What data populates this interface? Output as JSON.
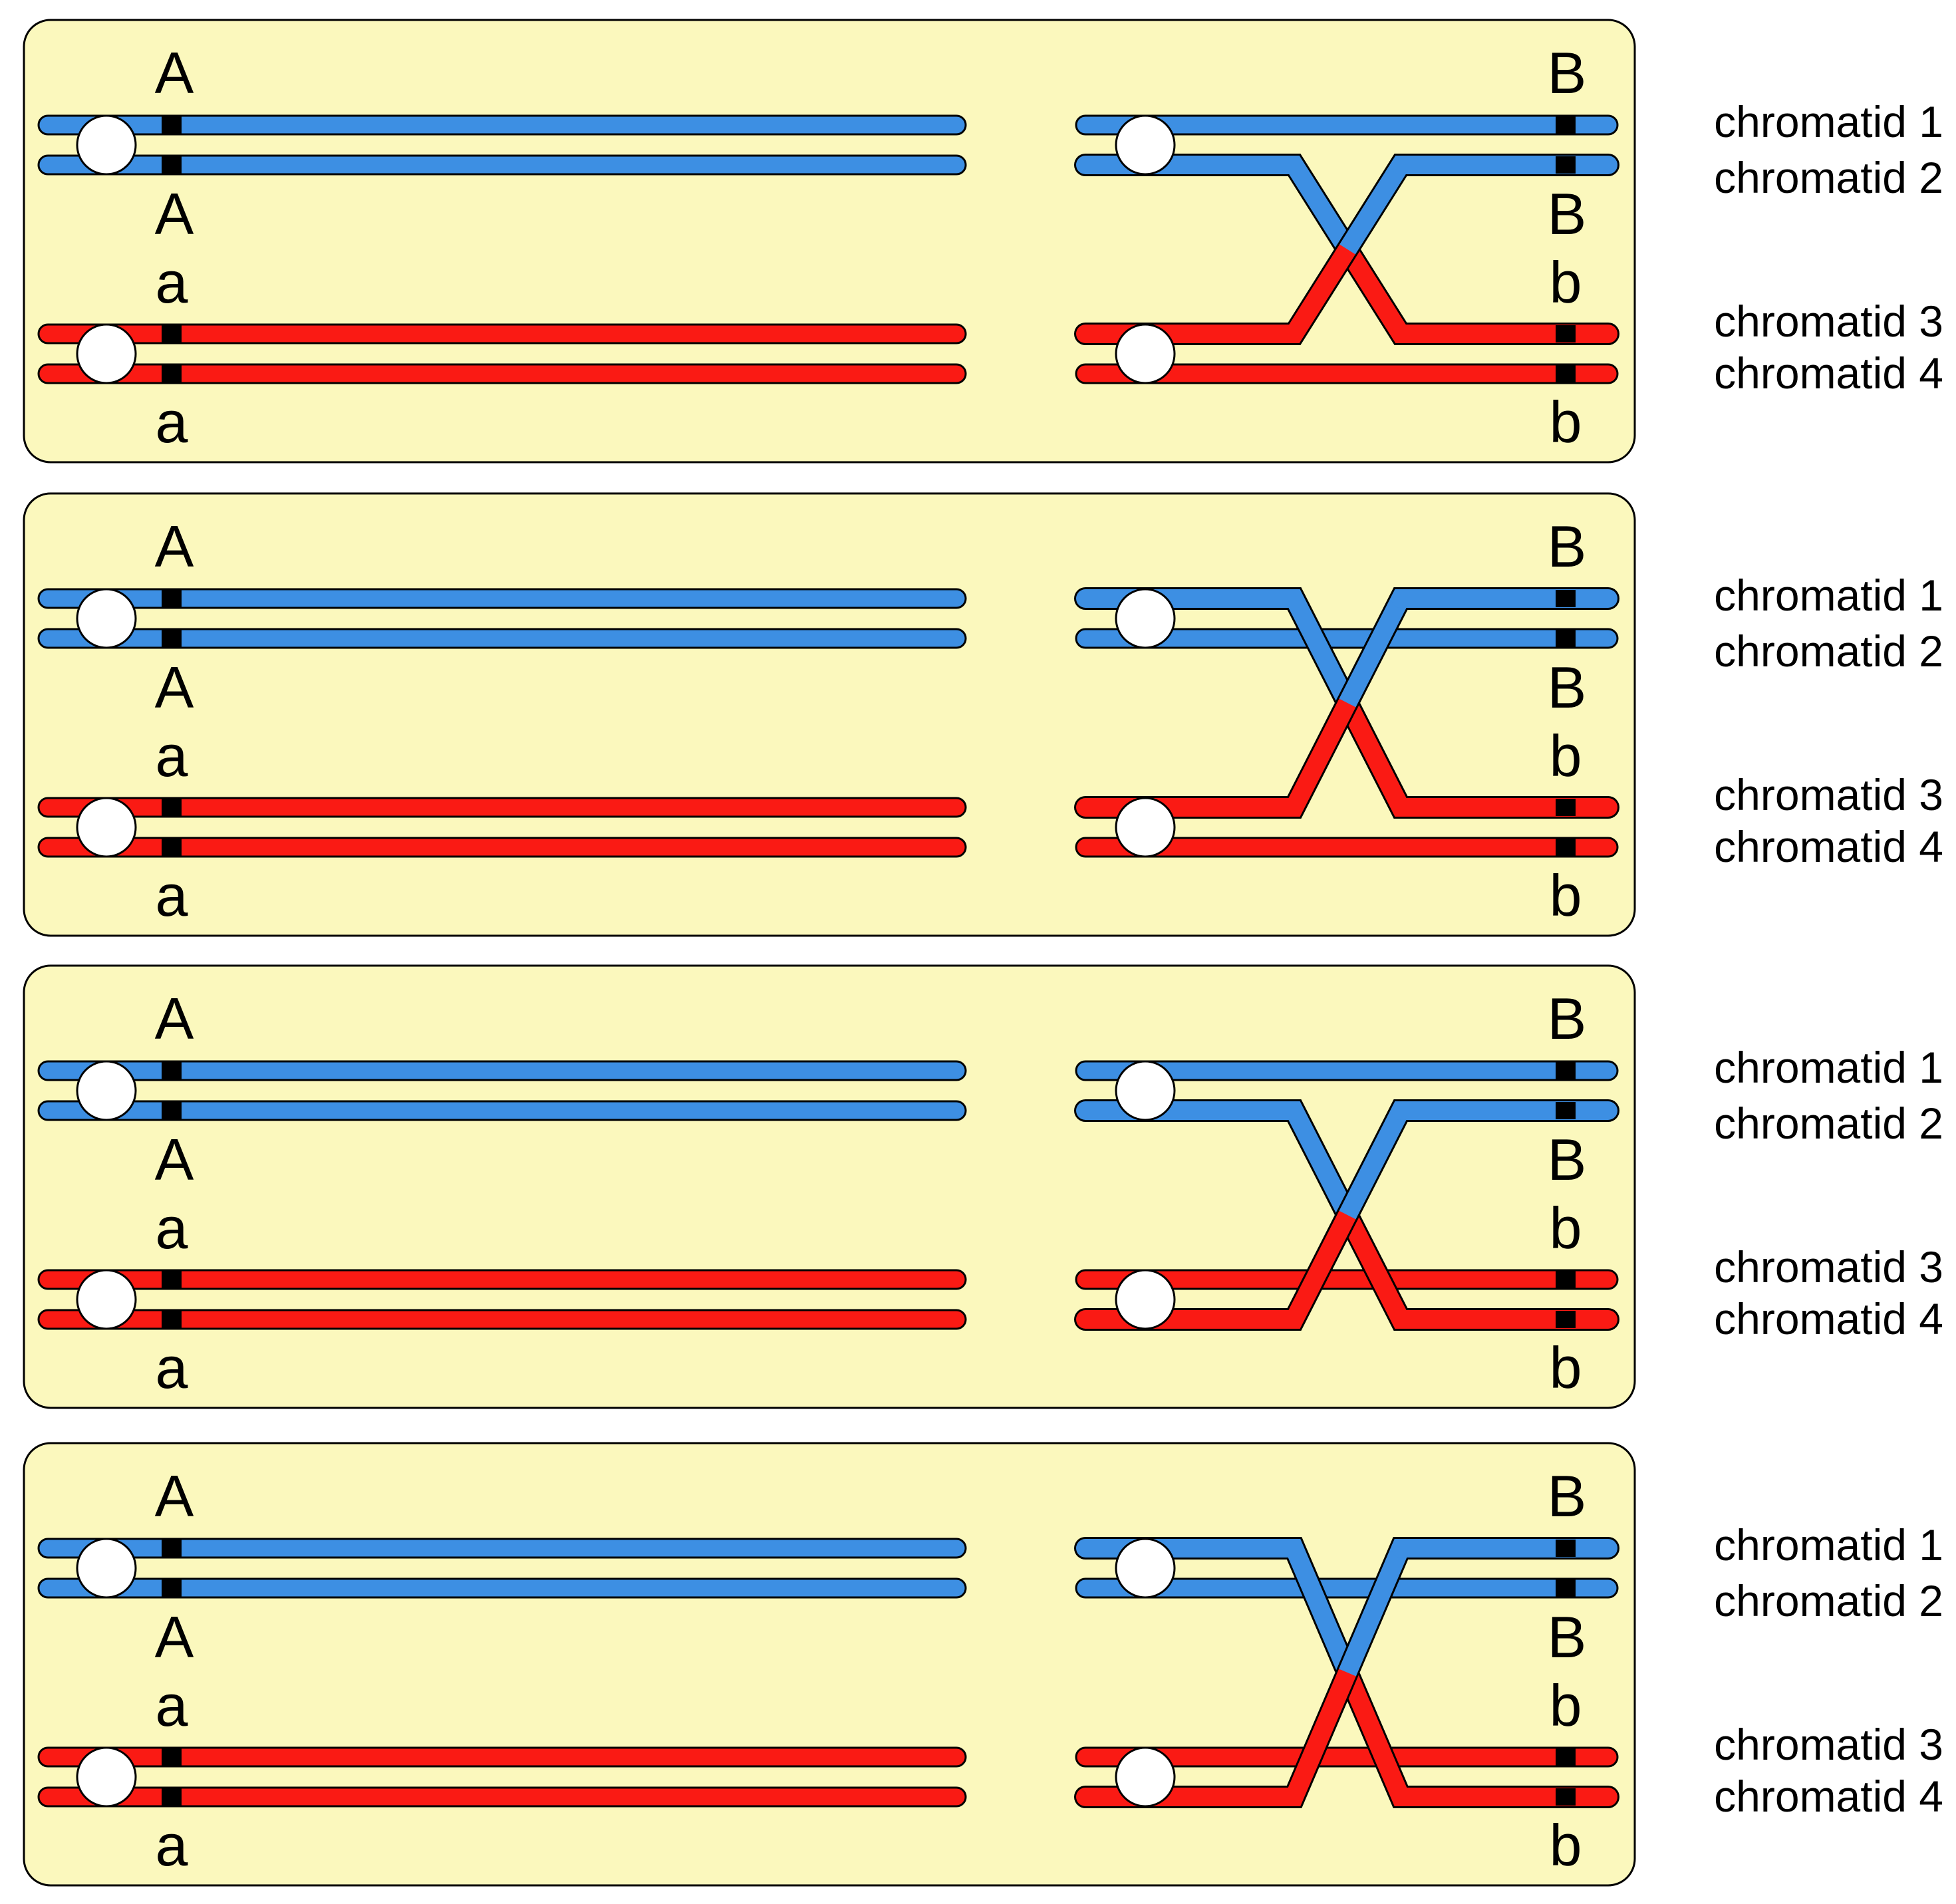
{
  "colors": {
    "panel_fill": "#fbf8bd",
    "panel_stroke": "#000000",
    "blue": "#3d8fe3",
    "red": "#fa1a14",
    "outline": "#000000",
    "locus_mark": "#000000",
    "centromere": "#ffffff"
  },
  "side_labels": [
    "chromatid 1",
    "chromatid 2",
    "chromatid 3",
    "chromatid 4"
  ],
  "panels": [
    {
      "label_A_top": "A",
      "label_A_mid": "A",
      "label_a_mid": "a",
      "label_a_bottom": "a",
      "label_B_top": "B",
      "label_B_mid": "B",
      "label_b_mid": "b",
      "label_b_bottom": "b",
      "crossover": {
        "between": [
          "chromatid 2",
          "chromatid 3"
        ]
      },
      "right_ends": [
        "chromatid 1",
        "chromatid 3",
        "chromatid 2",
        "chromatid 4"
      ]
    },
    {
      "label_A_top": "A",
      "label_A_mid": "A",
      "label_a_mid": "a",
      "label_a_bottom": "a",
      "label_B_top": "B",
      "label_B_mid": "B",
      "label_b_mid": "b",
      "label_b_bottom": "b",
      "crossover": {
        "between": [
          "chromatid 1",
          "chromatid 3"
        ]
      },
      "right_ends": [
        "chromatid 3",
        "chromatid 2",
        "chromatid 1",
        "chromatid 4"
      ]
    },
    {
      "label_A_top": "A",
      "label_A_mid": "A",
      "label_a_mid": "a",
      "label_a_bottom": "a",
      "label_B_top": "B",
      "label_B_mid": "B",
      "label_b_mid": "b",
      "label_b_bottom": "b",
      "crossover": {
        "between": [
          "chromatid 2",
          "chromatid 4"
        ]
      },
      "right_ends": [
        "chromatid 1",
        "chromatid 4",
        "chromatid 3",
        "chromatid 2"
      ]
    },
    {
      "label_A_top": "A",
      "label_A_mid": "A",
      "label_a_mid": "a",
      "label_a_bottom": "a",
      "label_B_top": "B",
      "label_B_mid": "B",
      "label_b_mid": "b",
      "label_b_bottom": "b",
      "crossover": {
        "between": [
          "chromatid 1",
          "chromatid 4"
        ]
      },
      "right_ends": [
        "chromatid 4",
        "chromatid 2",
        "chromatid 3",
        "chromatid 1"
      ]
    }
  ]
}
